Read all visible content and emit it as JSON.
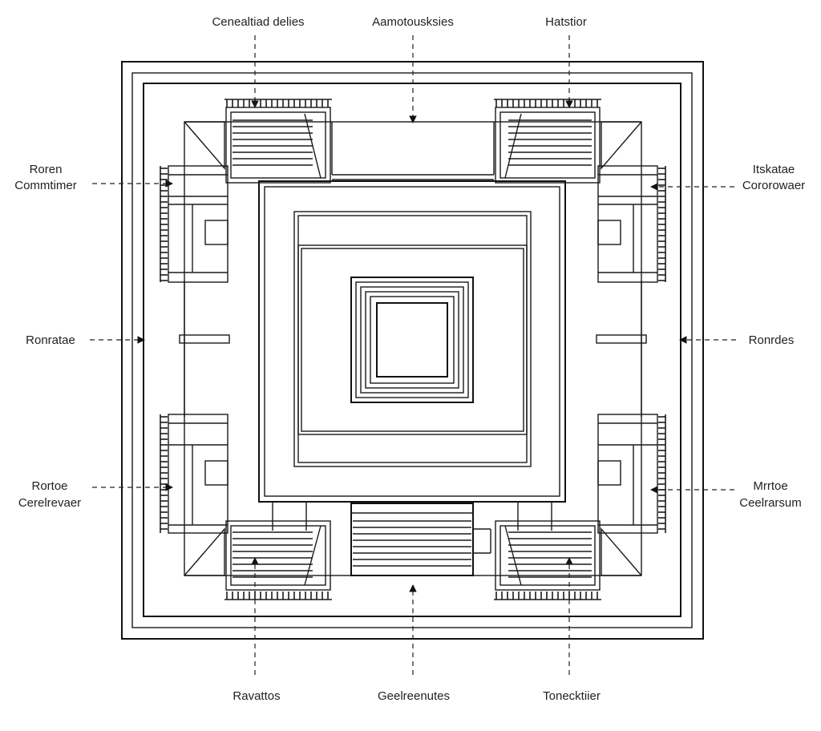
{
  "labels": {
    "top_left": "Cenealtiad delies",
    "top_center": "Aamotousksies",
    "top_right": "Hatstior",
    "left_upper_line1": "Roren",
    "left_upper_line2": "Commtimer",
    "left_middle": "Ronratae",
    "left_lower_line1": "Rortoe",
    "left_lower_line2": "Cerelrevaer",
    "right_upper_line1": "Itskatae",
    "right_upper_line2": "Cororowaer",
    "right_middle": "Ronrdes",
    "right_lower_line1": "Mrrtoe",
    "right_lower_line2": "Ceelrarsum",
    "bottom_left": "Ravattos",
    "bottom_center": "Geelreenutes",
    "bottom_right": "Tonecktiier"
  },
  "colors": {
    "line": "#1a1a1a",
    "background": "#ffffff",
    "text": "#222222"
  }
}
